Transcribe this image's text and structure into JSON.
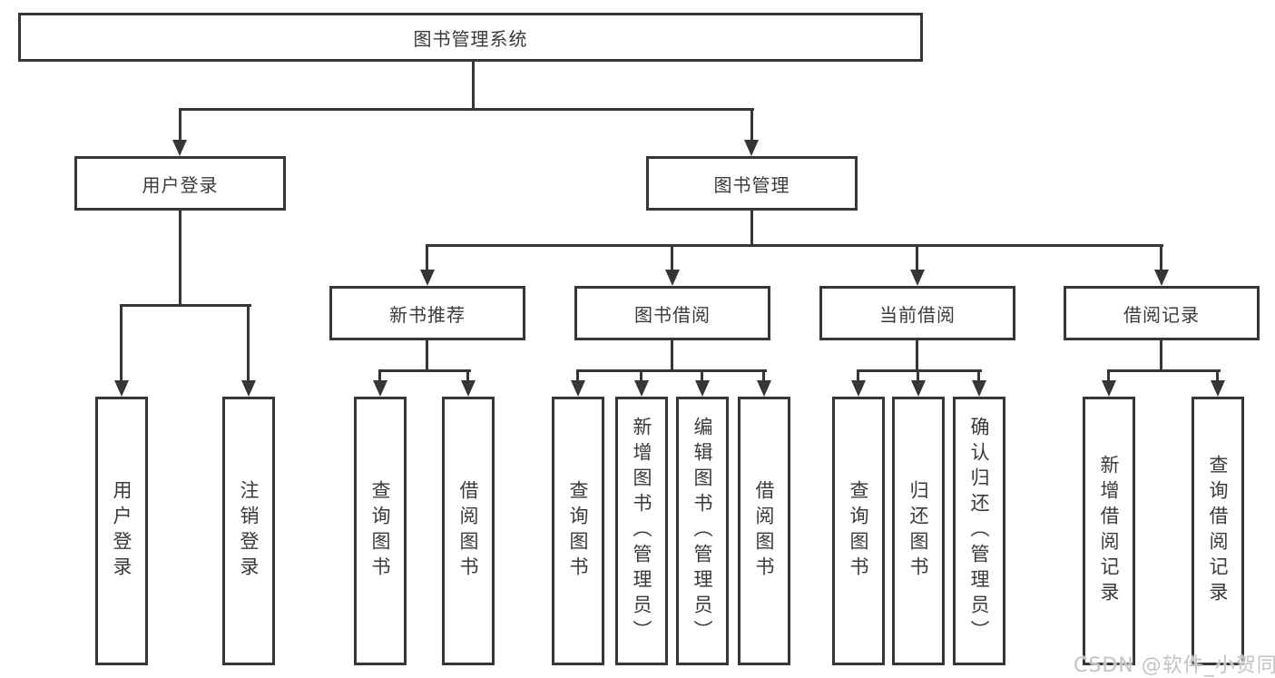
{
  "nodes": {
    "root": "图书管理系统",
    "user_login": "用户登录",
    "book_mgmt": "图书管理",
    "new_book_rec": "新书推荐",
    "book_borrow": "图书借阅",
    "current_borrow": "当前借阅",
    "borrow_records": "借阅记录",
    "leaf_user_login": "用户登录",
    "leaf_logout": "注销登录",
    "leaf_nb_query": "查询图书",
    "leaf_nb_borrow": "借阅图书",
    "leaf_bb_query": "查询图书",
    "leaf_bb_add": "新增图书（管理员）",
    "leaf_bb_edit": "编辑图书（管理员）",
    "leaf_bb_borrow": "借阅图书",
    "leaf_cb_query": "查询图书",
    "leaf_cb_return": "归还图书",
    "leaf_cb_confirm": "确认归还（管理员）",
    "leaf_br_add": "新增借阅记录",
    "leaf_br_query": "查询借阅记录"
  },
  "watermark": {
    "text": "CSDN @软件_小贺同学"
  },
  "colors": {
    "line": "#363636",
    "text": "#3a3a3a",
    "watermark": "#c3c3c3",
    "background": "#ffffff"
  }
}
